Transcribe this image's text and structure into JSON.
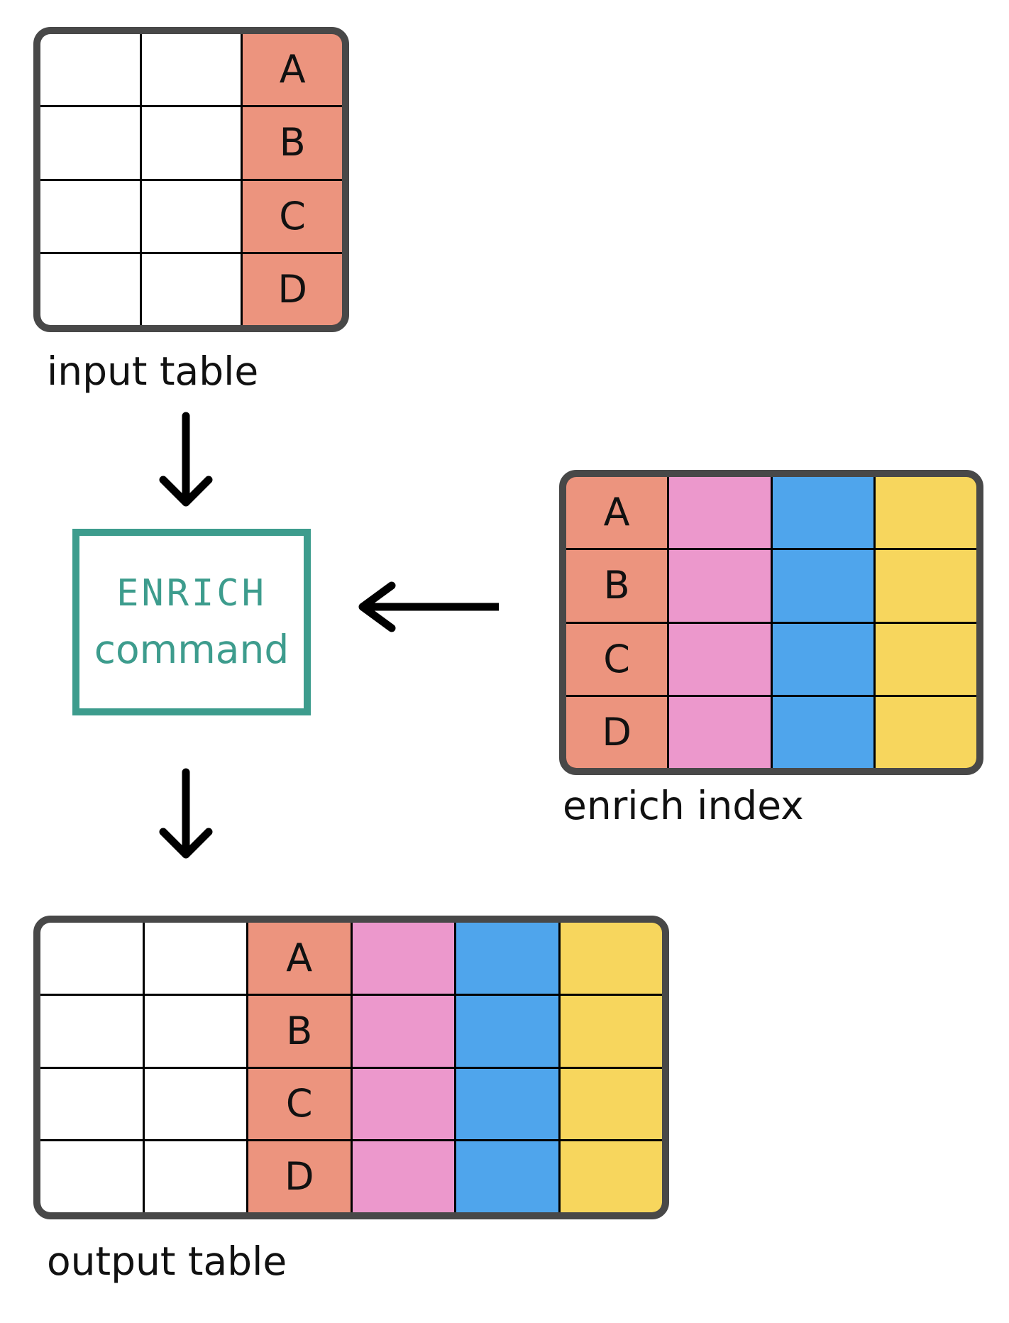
{
  "labels": {
    "input_table": "input table",
    "enrich_index": "enrich index",
    "output_table": "output table"
  },
  "enrich_box": {
    "line1": "ENRICH",
    "line2": "command"
  },
  "keys": [
    "A",
    "B",
    "C",
    "D"
  ],
  "colors": {
    "key_column": "#EC947E",
    "pink_column": "#EC98CC",
    "blue_column": "#4FA5EC",
    "yellow_column": "#F7D65D",
    "blank_column": "#FFFFFF",
    "table_outline": "#484848",
    "grid_line": "#000000",
    "enrich_accent": "#3D9C8D",
    "arrow": "#000000",
    "label_text": "#111111"
  },
  "tables": {
    "input": {
      "rows": 4,
      "columns": [
        "blank",
        "blank",
        "key"
      ]
    },
    "enrich_index": {
      "rows": 4,
      "columns": [
        "key",
        "pink",
        "blue",
        "yellow"
      ]
    },
    "output": {
      "rows": 4,
      "columns": [
        "blank",
        "blank",
        "key",
        "pink",
        "blue",
        "yellow"
      ]
    }
  }
}
